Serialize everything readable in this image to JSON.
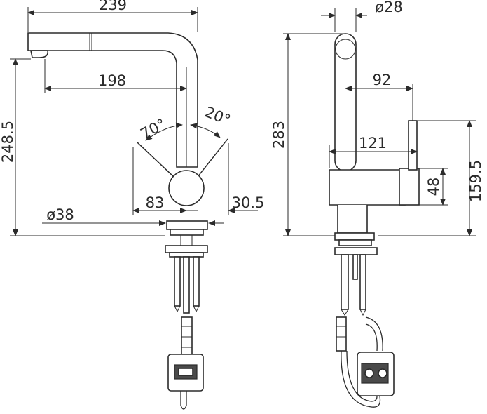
{
  "front_view": {
    "overall_width": "239",
    "spout_reach": "198",
    "height": "248.5",
    "angle_left": "70°",
    "angle_right": "20°",
    "lever_left_offset": "83",
    "lever_right_offset": "30.5",
    "base_diameter": "ø38"
  },
  "side_view": {
    "spout_diameter": "ø28",
    "handle_clearance": "92",
    "body_depth": "121",
    "height": "283",
    "lever_height": "159.5",
    "body_height": "48"
  }
}
